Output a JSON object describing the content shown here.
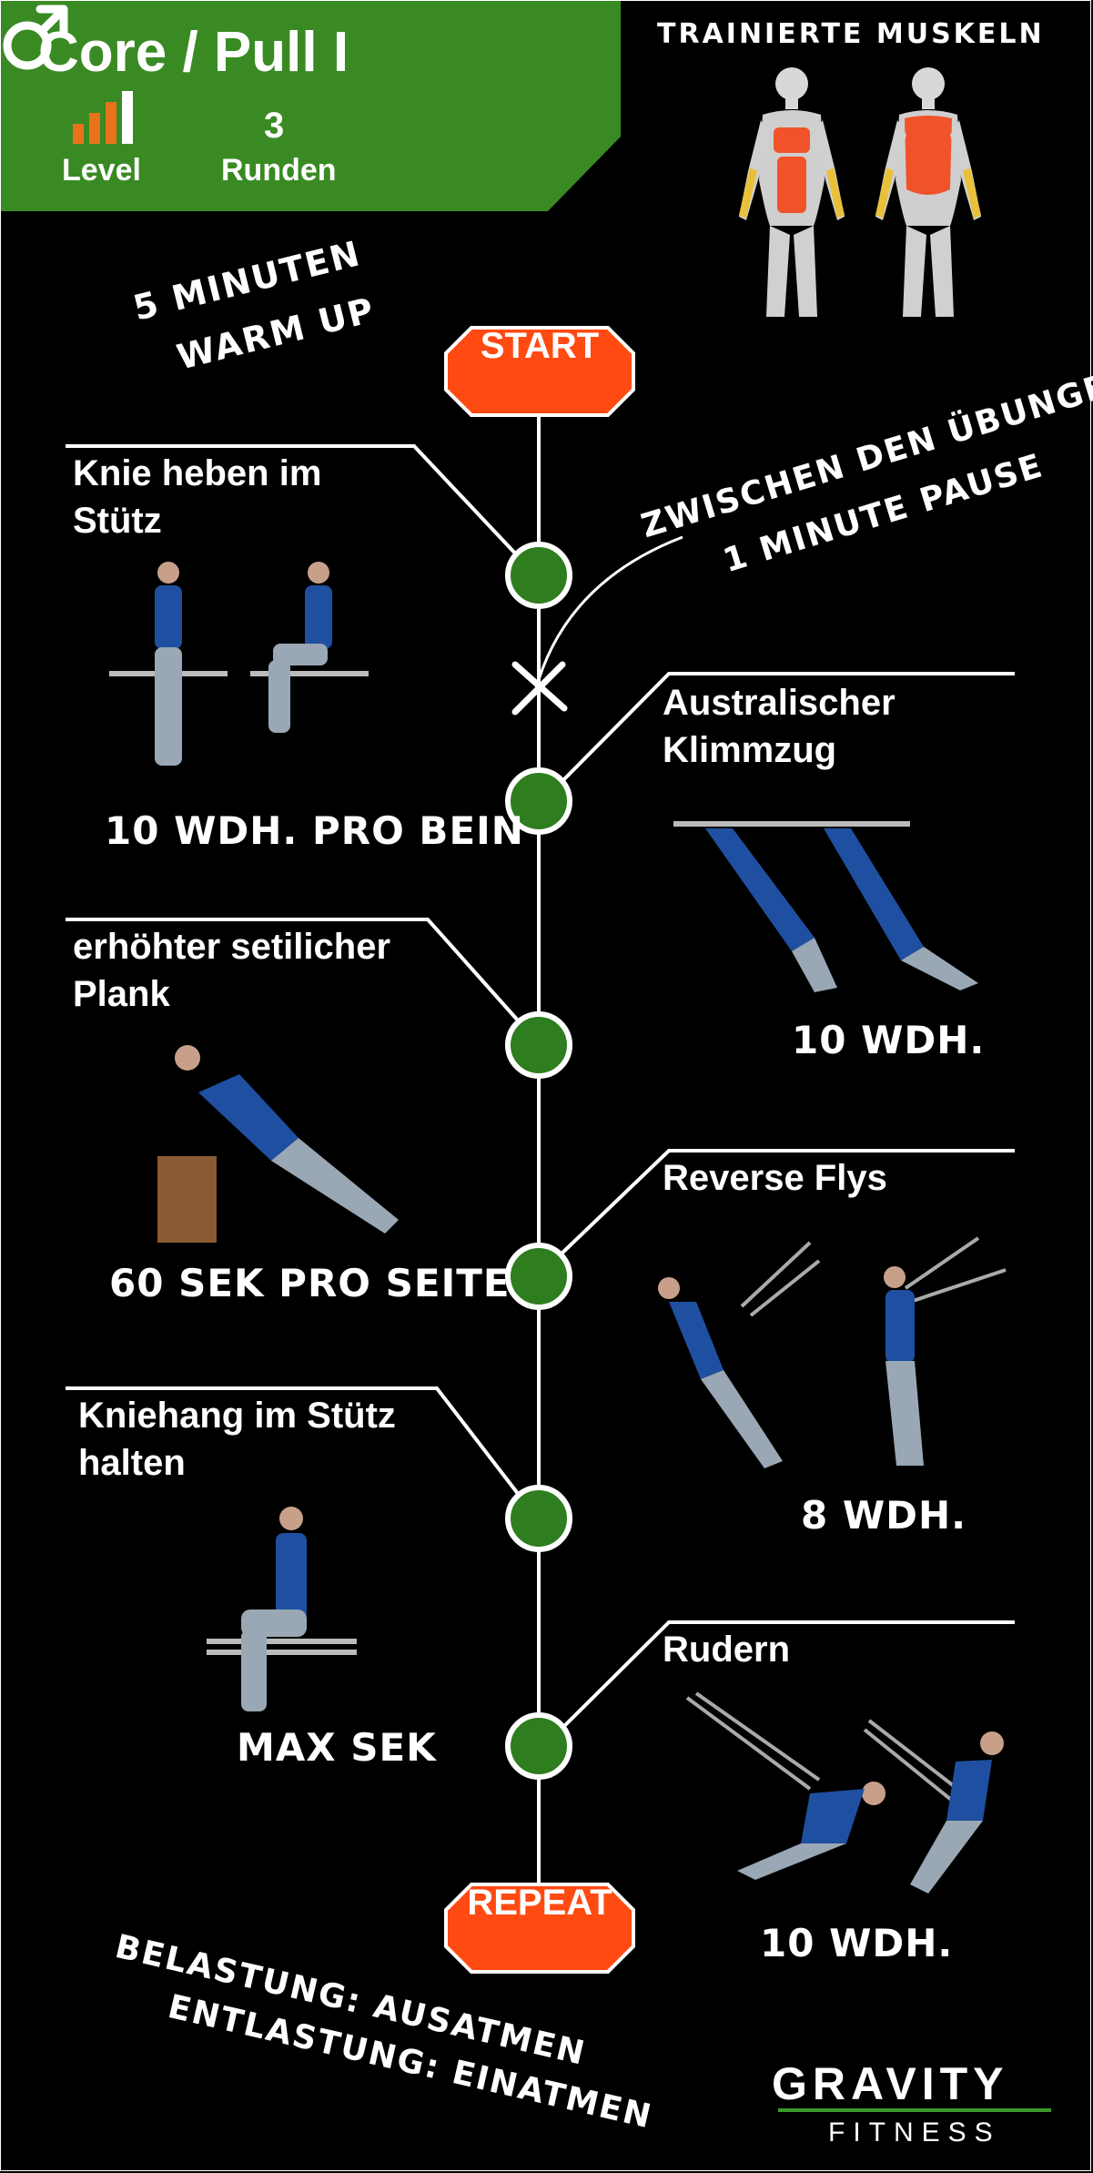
{
  "header": {
    "title": "Core / Pull I",
    "level_label": "Level",
    "level_value": 3,
    "level_max": 4,
    "rounds_count": "3",
    "rounds_label": "Runden",
    "gender_icon": "male-symbol-icon",
    "panel_color": "#3a8a24",
    "level_color": "#e8731a"
  },
  "muscles": {
    "title": "TRAINIERTE MUSKELN",
    "highlight_color": "#f0532a",
    "secondary_color": "#e8c03a"
  },
  "warmup": {
    "line1": "5 MINUTEN",
    "line2": "WARM UP"
  },
  "pause_note": {
    "line1": "ZWISCHEN DEN ÜBUNGEN",
    "line2": "1 MINUTE PAUSE"
  },
  "timeline": {
    "start_label": "START",
    "repeat_label": "REPEAT",
    "badge_color": "#ff4a12",
    "node_color": "#2e7d1f"
  },
  "exercises": [
    {
      "title_line1": "Knie heben im",
      "title_line2": "Stütz",
      "reps": "10 WDH. PRO BEIN"
    },
    {
      "title_line1": "Australischer",
      "title_line2": "Klimmzug",
      "reps": "10 WDH."
    },
    {
      "title_line1": "erhöhter setilicher",
      "title_line2": "Plank",
      "reps": "60 SEK PRO SEITE"
    },
    {
      "title_line1": "Reverse Flys",
      "title_line2": "",
      "reps": "8 WDH."
    },
    {
      "title_line1": "Kniehang im Stütz",
      "title_line2": "halten",
      "reps": "MAX SEK"
    },
    {
      "title_line1": "Rudern",
      "title_line2": "",
      "reps": "10 WDH."
    }
  ],
  "breathing": {
    "line1": "BELASTUNG: AUSATMEN",
    "line2": "ENTLASTUNG: EINATMEN"
  },
  "logo": {
    "main": "GRAVITY",
    "sub": "FITNESS"
  }
}
